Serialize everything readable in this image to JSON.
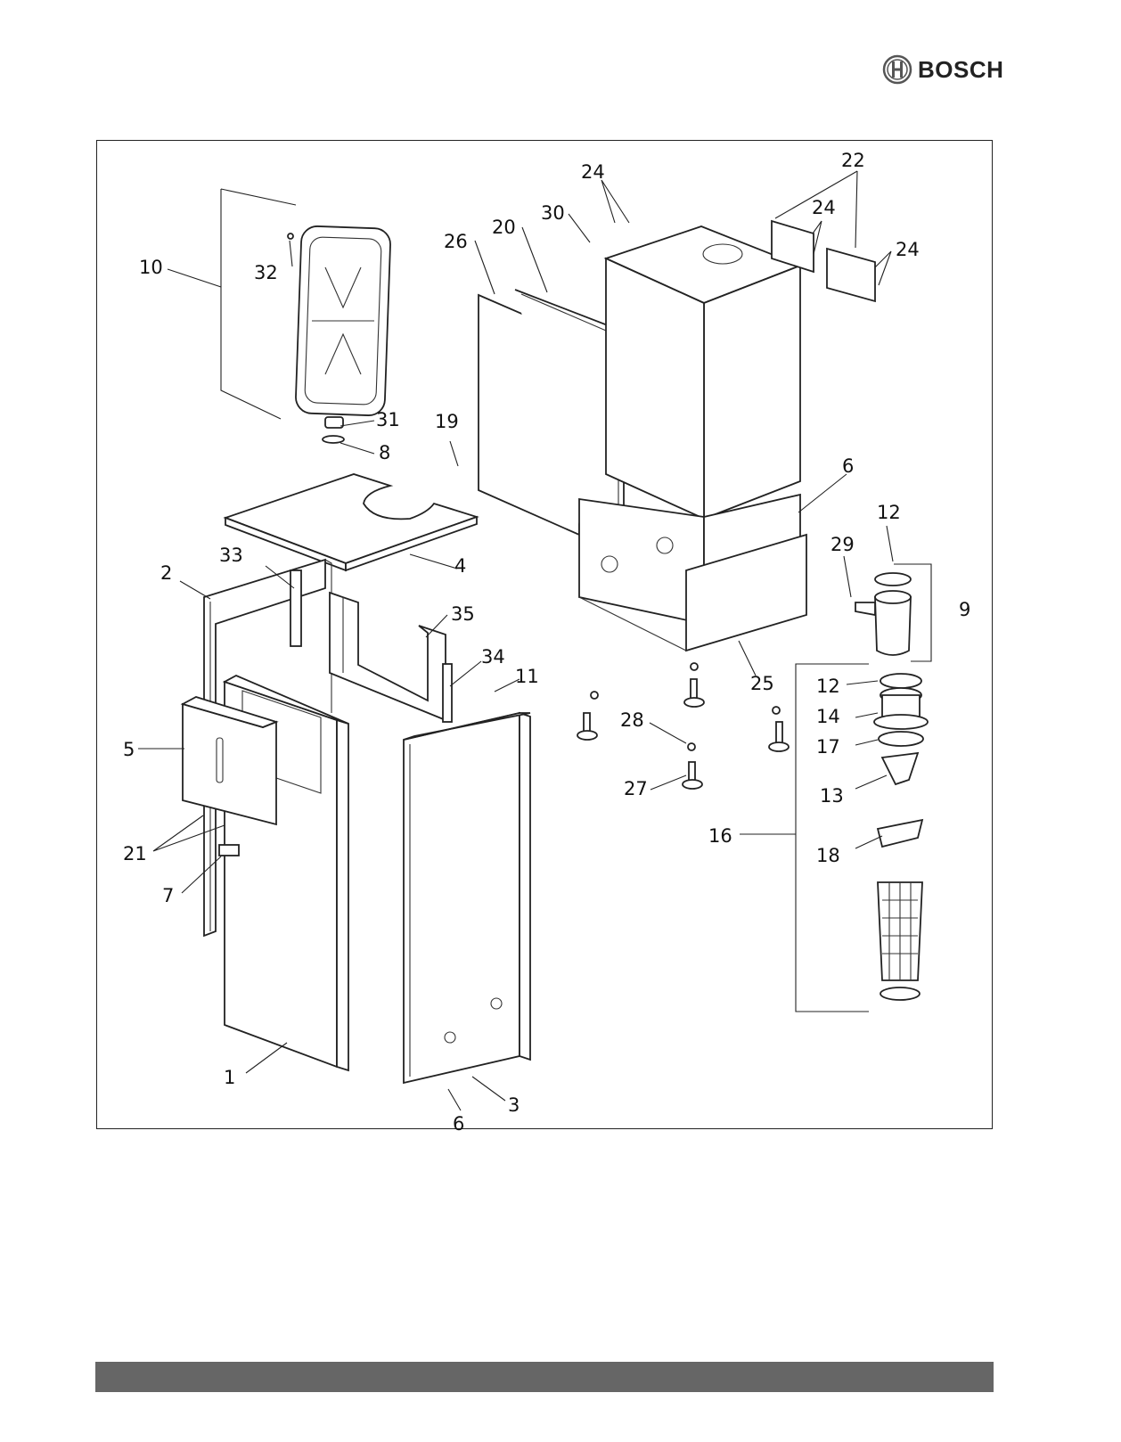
{
  "brand": {
    "name": "BOSCH",
    "logo_icon": "bosch-armature-icon"
  },
  "callouts": [
    "1",
    "2",
    "3",
    "4",
    "5",
    "6",
    "7",
    "8",
    "9",
    "10",
    "11",
    "12",
    "13",
    "14",
    "16",
    "17",
    "18",
    "19",
    "20",
    "21",
    "22",
    "24",
    "25",
    "26",
    "27",
    "28",
    "29",
    "30",
    "31",
    "32",
    "33",
    "34",
    "35"
  ],
  "labels": {
    "l1": "1",
    "l2": "2",
    "l3": "3",
    "l4": "4",
    "l5": "5",
    "l6a": "6",
    "l6b": "6",
    "l7": "7",
    "l8": "8",
    "l9": "9",
    "l10": "10",
    "l11": "11",
    "l12a": "12",
    "l12b": "12",
    "l13": "13",
    "l14": "14",
    "l16": "16",
    "l17": "17",
    "l18": "18",
    "l19": "19",
    "l20": "20",
    "l21": "21",
    "l22": "22",
    "l24a": "24",
    "l24b": "24",
    "l24c": "24",
    "l25": "25",
    "l26": "26",
    "l27": "27",
    "l28": "28",
    "l29": "29",
    "l30": "30",
    "l31": "31",
    "l32": "32",
    "l33": "33",
    "l34": "34",
    "l35": "35"
  },
  "colors": {
    "frame": "#222222",
    "footer_bar": "#666666",
    "background": "#ffffff"
  }
}
